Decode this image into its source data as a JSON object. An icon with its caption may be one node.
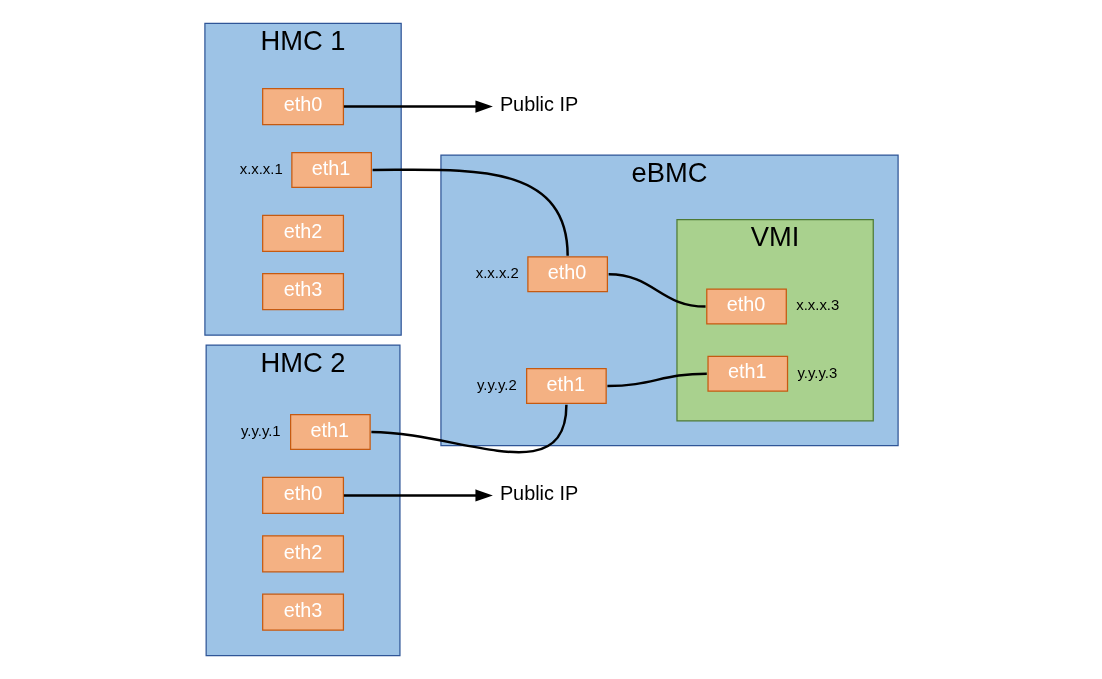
{
  "diagram": {
    "nodes": [
      {
        "text": [
          "HMC 1"
        ]
      },
      {
        "text": [
          "eth0"
        ],
        "in": 0
      },
      {
        "text": [
          "eth1"
        ],
        "in": 0,
        "beside": [
          "x.x.x.1"
        ]
      },
      {
        "text": [
          "eth2"
        ],
        "in": 0
      },
      {
        "text": [
          "eth3"
        ],
        "in": 0
      },
      {
        "text": [
          "HMC 2"
        ]
      },
      {
        "text": [
          "eth0"
        ],
        "in": 5
      },
      {
        "text": [
          "eth1"
        ],
        "in": 5,
        "beside": [
          "y.y.y.1"
        ]
      },
      {
        "text": [
          "eth2"
        ],
        "in": 5
      },
      {
        "text": [
          "eth3"
        ],
        "in": 5
      },
      {
        "text": [
          "eBMC"
        ]
      },
      {
        "text": [
          "eth0"
        ],
        "in": 10,
        "beside": [
          "x.x.x.2"
        ]
      },
      {
        "text": [
          "eth1"
        ],
        "in": 10,
        "beside": [
          "y.y.y.2"
        ]
      },
      {
        "text": [
          "VMI"
        ],
        "in": 10
      },
      {
        "text": [
          "eth0"
        ],
        "in": 13,
        "beside": [
          "x.x.x.3"
        ]
      },
      {
        "text": [
          "eth1"
        ],
        "in": 13,
        "beside": [
          "y.y.y.3"
        ]
      },
      {
        "text": [
          "Public IP"
        ]
      },
      {
        "text": [
          "Public IP"
        ]
      }
    ],
    "edges": [
      {
        "from": 1,
        "to": 16,
        "arrow": "to"
      },
      {
        "from": 2,
        "to": 11,
        "arrow": "none"
      },
      {
        "from": 6,
        "to": 17,
        "arrow": "to"
      },
      {
        "from": 7,
        "to": 12,
        "arrow": "none"
      },
      {
        "from": 11,
        "to": 14,
        "arrow": "none"
      },
      {
        "from": 12,
        "to": 15,
        "arrow": "none"
      }
    ]
  }
}
